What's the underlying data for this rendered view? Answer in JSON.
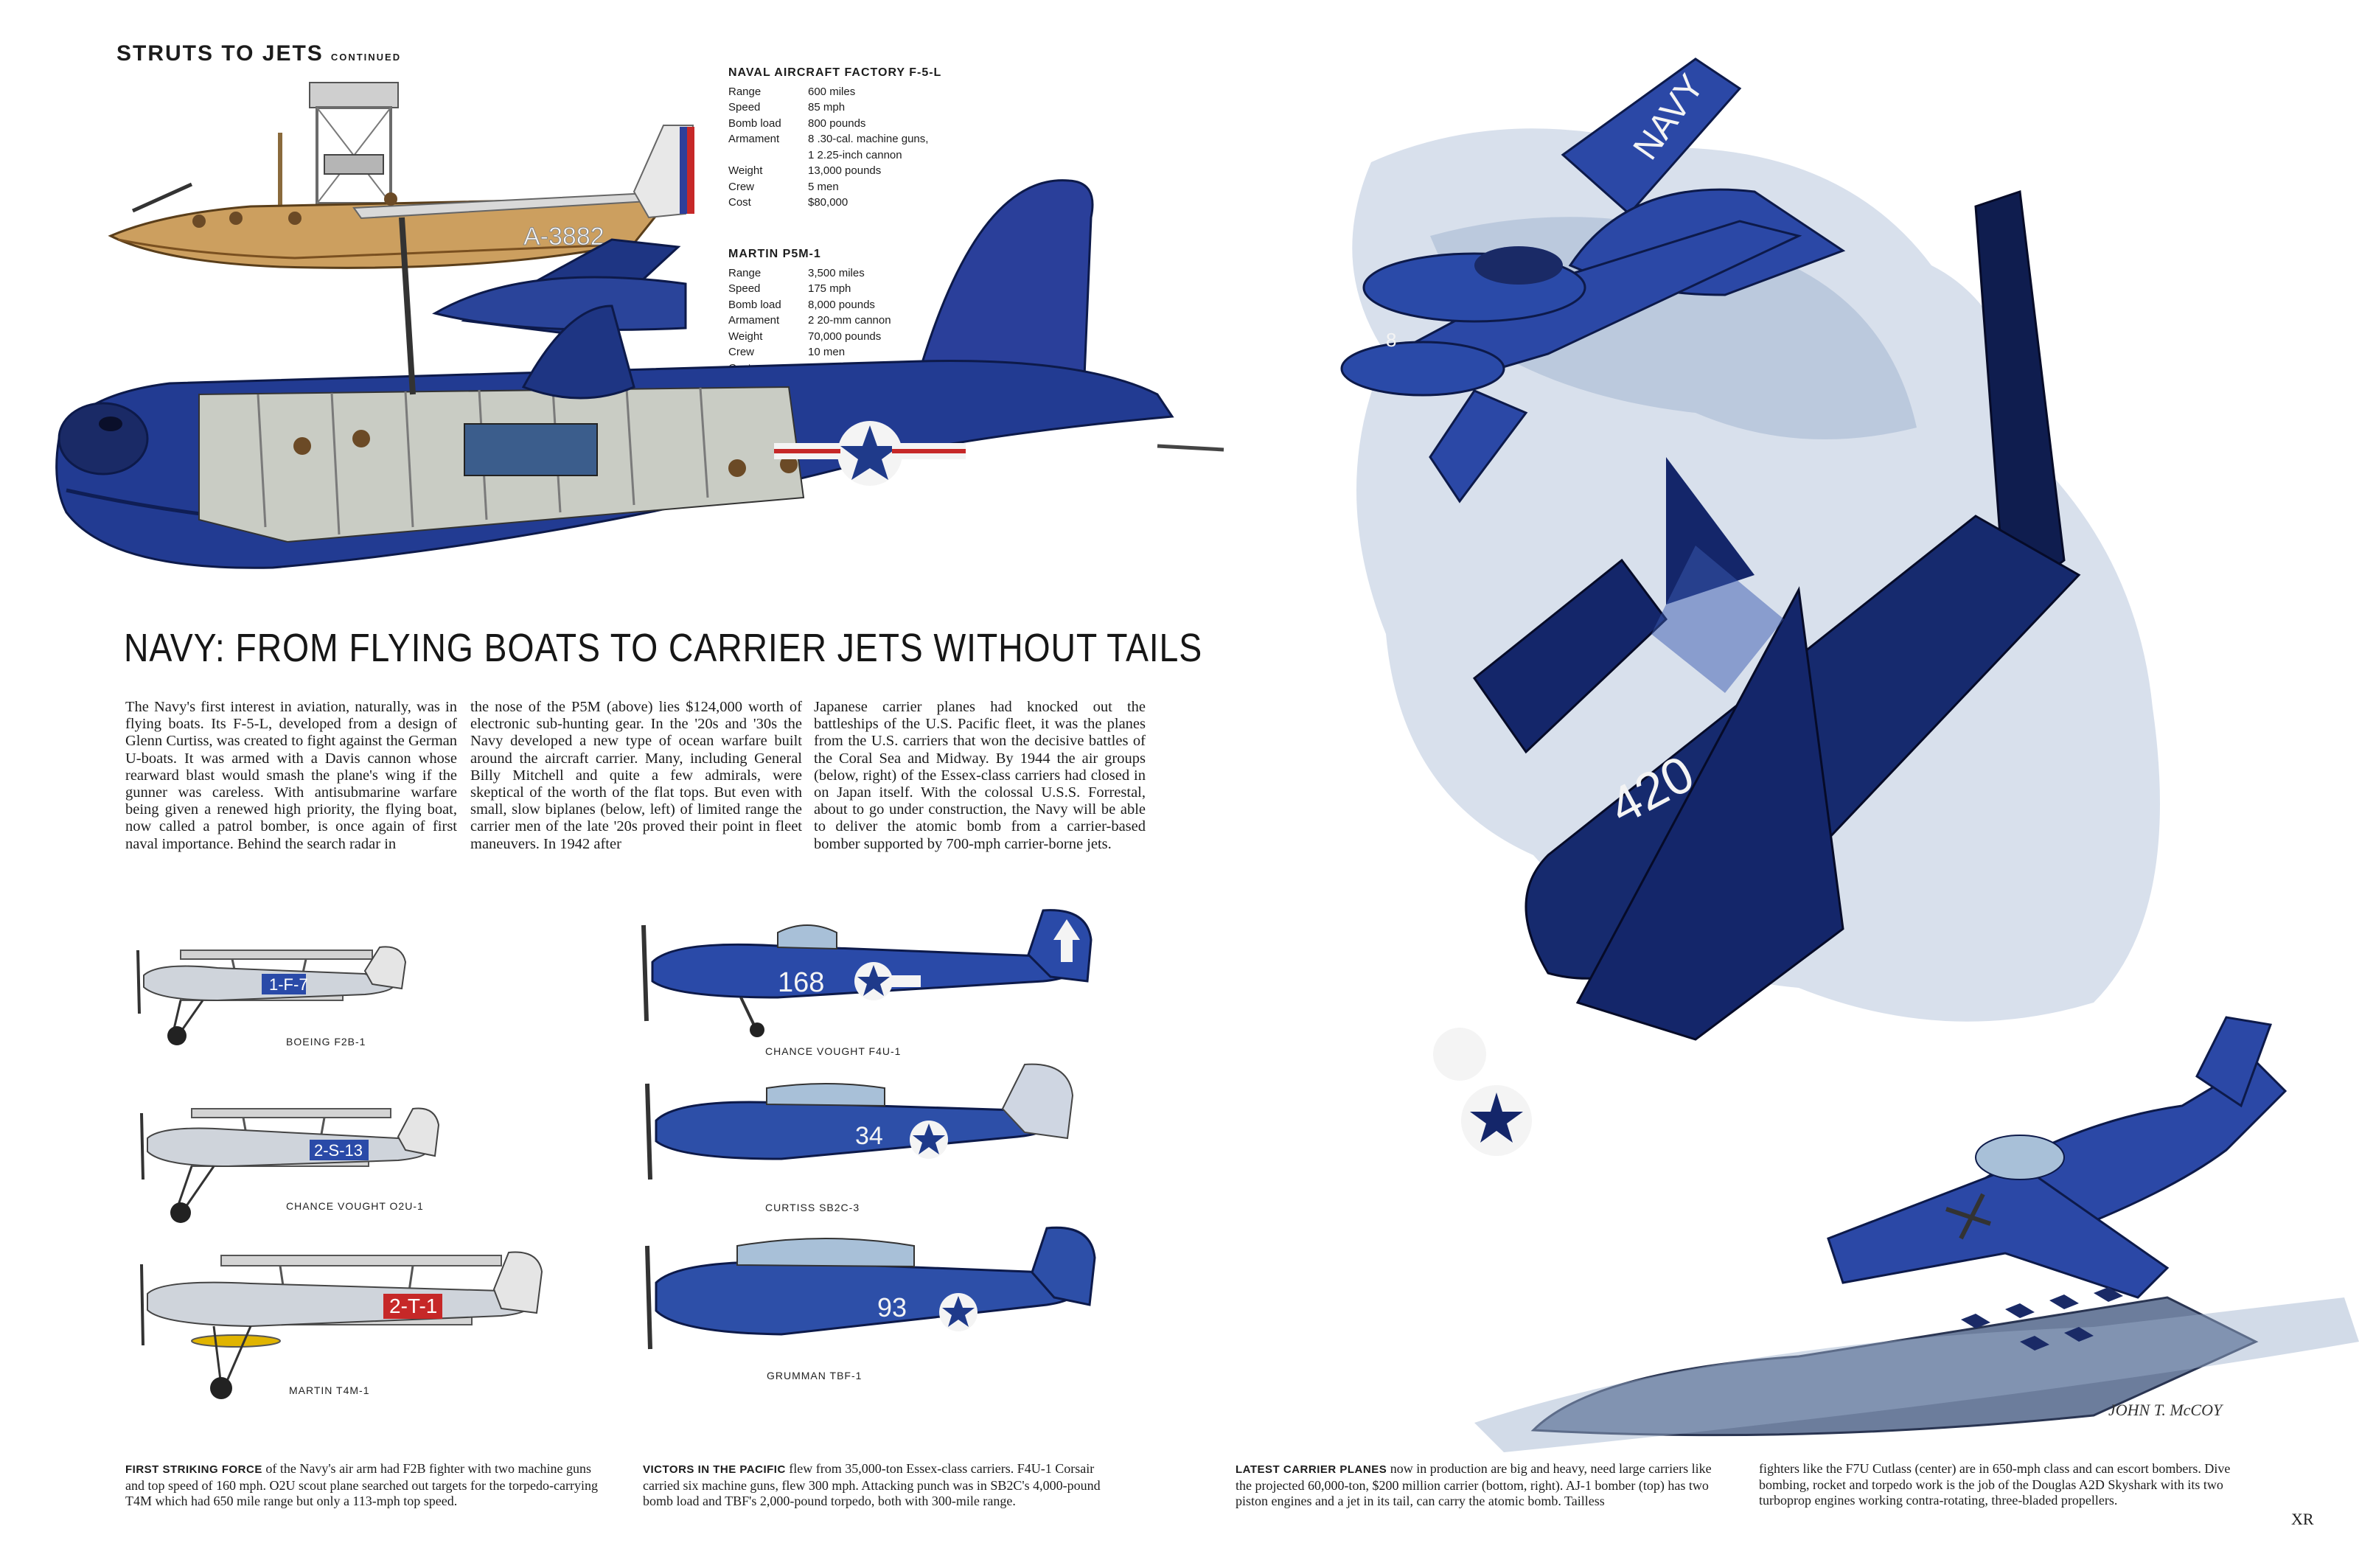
{
  "series_title": "STRUTS TO JETS",
  "series_continued": "CONTINUED",
  "spec_f5l": {
    "name": "NAVAL AIRCRAFT FACTORY F-5-L",
    "rows": [
      {
        "k": "Range",
        "v": "600 miles"
      },
      {
        "k": "Speed",
        "v": "85 mph"
      },
      {
        "k": "Bomb load",
        "v": "800 pounds"
      },
      {
        "k": "Armament",
        "v": "8 .30-cal. machine guns,"
      },
      {
        "k": "",
        "v": "1 2.25-inch cannon"
      },
      {
        "k": "Weight",
        "v": "13,000 pounds"
      },
      {
        "k": "Crew",
        "v": "5 men"
      },
      {
        "k": "Cost",
        "v": "$80,000"
      }
    ]
  },
  "spec_p5m": {
    "name": "MARTIN P5M-1",
    "rows": [
      {
        "k": "Range",
        "v": "3,500 miles"
      },
      {
        "k": "Speed",
        "v": "175 mph"
      },
      {
        "k": "Bomb load",
        "v": "8,000 pounds"
      },
      {
        "k": "Armament",
        "v": "2 20-mm cannon"
      },
      {
        "k": "Weight",
        "v": "70,000 pounds"
      },
      {
        "k": "Crew",
        "v": "10 men"
      },
      {
        "k": "Cost",
        "v": "$1 million"
      }
    ]
  },
  "headline": "NAVY: FROM FLYING BOATS TO CARRIER JETS WITHOUT TAILS",
  "body": {
    "col1": "The Navy's first interest in aviation, naturally, was in flying boats. Its F-5-L, developed from a design of Glenn Curtiss, was created to fight against the German U-boats. It was armed with a Davis cannon whose rearward blast would smash the plane's wing if the gunner was careless. With antisubmarine warfare being given a renewed high priority, the flying boat, now called a patrol bomber, is once again of first naval importance. Behind the search radar in",
    "col2": "the nose of the P5M (above) lies $124,000 worth of electronic sub-hunting gear. In the '20s and '30s the Navy developed a new type of ocean warfare built around the aircraft carrier. Many, including General Billy Mitchell and quite a few admirals, were skeptical of the worth of the flat tops. But even with small, slow biplanes (below, left) of limited range the carrier men of the late '20s proved their point in fleet maneuvers. In 1942 after",
    "col3": "Japanese carrier planes had knocked out the battleships of the U.S. Pacific fleet, it was the planes from the U.S. carriers that won the decisive battles of the Coral Sea and Midway. By 1944 the air groups (below, right) of the Essex-class carriers had closed in on Japan itself. With the colossal U.S.S. Forrestal, about to go under construction, the Navy will be able to deliver the atomic bomb from a carrier-based bomber supported by 700-mph carrier-borne jets."
  },
  "aircraft_labels": {
    "f2b": "BOEING F2B-1",
    "o2u": "CHANCE VOUGHT O2U-1",
    "t4m": "MARTIN T4M-1",
    "f4u": "CHANCE VOUGHT F4U-1",
    "sb2c": "CURTISS SB2C-3",
    "tbf": "GRUMMAN TBF-1"
  },
  "markings": {
    "f5l_serial": "A-3882",
    "f2b_code": "1-F-7",
    "o2u_code": "2-S-13",
    "t4m_code": "2-T-1",
    "f4u_num": "168",
    "sb2c_num": "34",
    "tbf_num": "93",
    "aj1_tail": "NAVY",
    "aj1_nose": "8",
    "cutlass_num": "420",
    "artist_signature": "JOHN T. McCOY"
  },
  "captions": {
    "left_lead": "FIRST STRIKING FORCE",
    "left": "of the Navy's air arm had F2B fighter with two machine guns and top speed of 160 mph. O2U scout plane searched out targets for the torpedo-carrying T4M which had 650 mile range but only a 113-mph top speed.",
    "mid_lead": "VICTORS IN THE PACIFIC",
    "mid": "flew from 35,000-ton Essex-class carriers. F4U-1 Corsair carried six machine guns, flew 300 mph. Attacking punch was in SB2C's 4,000-pound bomb load and TBF's 2,000-pound torpedo, both with 300-mile range.",
    "right_lead": "LATEST CARRIER PLANES",
    "right1": "now in production are big and heavy, need large carriers like the projected 60,000-ton, $200 million carrier (bottom, right). AJ-1 bomber (top) has two piston engines and a jet in its tail, can carry the atomic bomb. Tailless",
    "right2": "fighters like the F7U Cutlass (center) are in 650-mph class and can escort bombers. Dive bombing, rocket and torpedo work is the job of the Douglas A2D Skyshark with its two turboprop engines working contra-rotating, three-bladed propellers."
  },
  "folio": "XR",
  "colors": {
    "navy_blue": "#1f3a8a",
    "dark_navy": "#0f1d4f",
    "gray_blue": "#8aa0bf",
    "tan": "#c9a56b",
    "ink": "#1c1c1c"
  }
}
